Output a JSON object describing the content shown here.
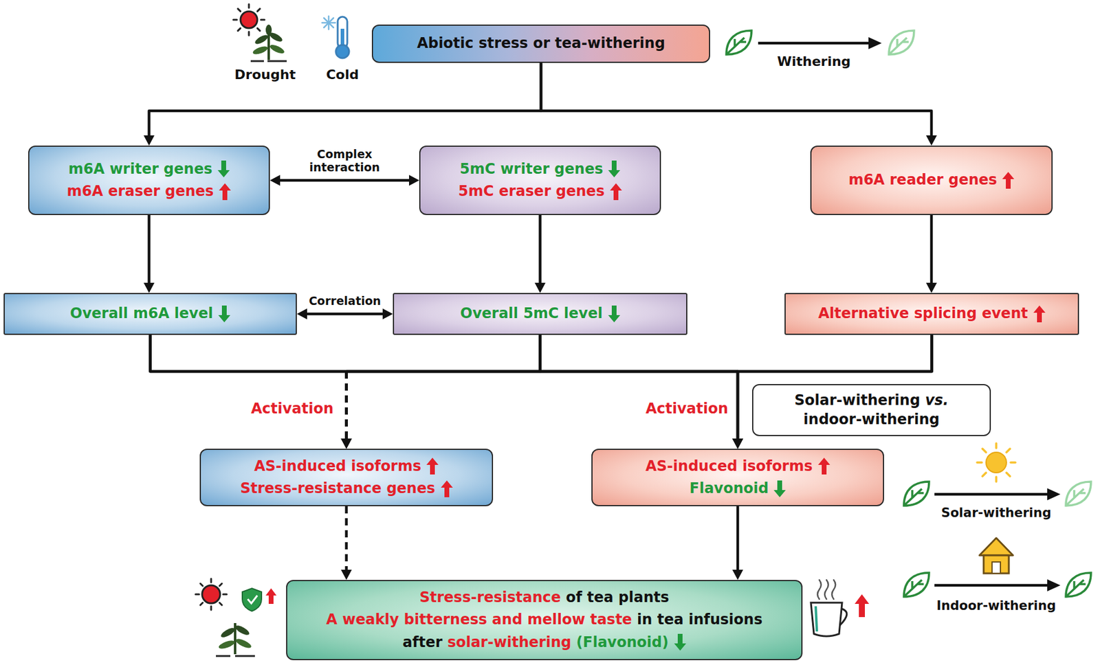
{
  "diagram": {
    "nodes": [
      {
        "text": [
          "Abiotic stress or tea-withering"
        ]
      },
      {
        "text": [
          "m6A writer genes",
          "m6A eraser genes"
        ]
      },
      {
        "text": [
          "5mC writer genes",
          "5mC eraser genes"
        ]
      },
      {
        "text": [
          "m6A reader genes"
        ]
      },
      {
        "text": [
          "Overall m6A level"
        ]
      },
      {
        "text": [
          "Overall 5mC level"
        ]
      },
      {
        "text": [
          "Alternative splicing event"
        ]
      },
      {
        "text": [
          "Solar-withering vs. indoor-withering"
        ]
      },
      {
        "text": [
          "AS-induced isoforms",
          "Stress-resistance genes"
        ]
      },
      {
        "text": [
          "AS-induced isoforms",
          "Flavonoid"
        ]
      },
      {
        "text": [
          "Stress-resistance of tea plants",
          "A weakly bitterness and mellow taste in tea infusions",
          "after solar-withering (Flavonoid)"
        ]
      }
    ],
    "edges": [
      {
        "from": 0,
        "to": 1,
        "arrow": "to"
      },
      {
        "from": 0,
        "to": 3,
        "arrow": "to"
      },
      {
        "from": 1,
        "to": 2,
        "label": "Complex interaction",
        "arrow": "both"
      },
      {
        "from": 1,
        "to": 4,
        "arrow": "to"
      },
      {
        "from": 2,
        "to": 5,
        "arrow": "to"
      },
      {
        "from": 3,
        "to": 6,
        "arrow": "to"
      },
      {
        "from": 4,
        "to": 5,
        "label": "Correlation",
        "arrow": "both"
      },
      {
        "from": 4,
        "to": 8,
        "arrow": "to"
      },
      {
        "from": 5,
        "to": 8,
        "arrow": "to"
      },
      {
        "from": 6,
        "to": 8,
        "arrow": "to"
      },
      {
        "from": 4,
        "to": 9,
        "arrow": "to"
      },
      {
        "from": 5,
        "to": 9,
        "arrow": "to"
      },
      {
        "from": 6,
        "to": 9,
        "arrow": "to"
      },
      {
        "from": 8,
        "to": 10,
        "arrow": "to"
      },
      {
        "from": 9,
        "to": 10,
        "arrow": "to"
      }
    ],
    "labels": [
      "Drought",
      "Cold",
      "Withering",
      "Activation",
      "Activation",
      "Solar-withering",
      "Indoor-withering"
    ]
  }
}
